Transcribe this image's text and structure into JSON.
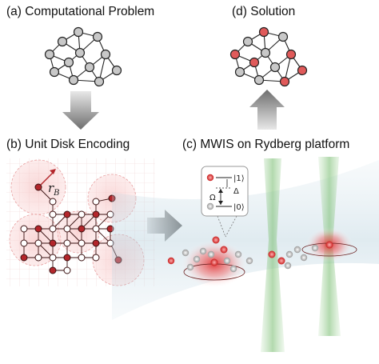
{
  "panels": {
    "a": {
      "title": "(a)  Computational Problem"
    },
    "d": {
      "title": "(d)  Solution"
    },
    "b": {
      "title": "(b)  Unit Disk Encoding"
    },
    "c": {
      "title": "(c)  MWIS on Rydberg platform"
    }
  },
  "labels": {
    "radius": "r",
    "radius_sub": "B",
    "ket1": "|1⟩",
    "ket0": "|0⟩",
    "delta": "Δ",
    "omega": "Ω"
  },
  "colors": {
    "node_gray": "#c8c8c8",
    "node_red": "#e05a5a",
    "encoding_red": "#b3262b",
    "arrow_gray": "#777777",
    "beam_green": "#8fc98a",
    "beam_blue": "#b9d3df"
  }
}
